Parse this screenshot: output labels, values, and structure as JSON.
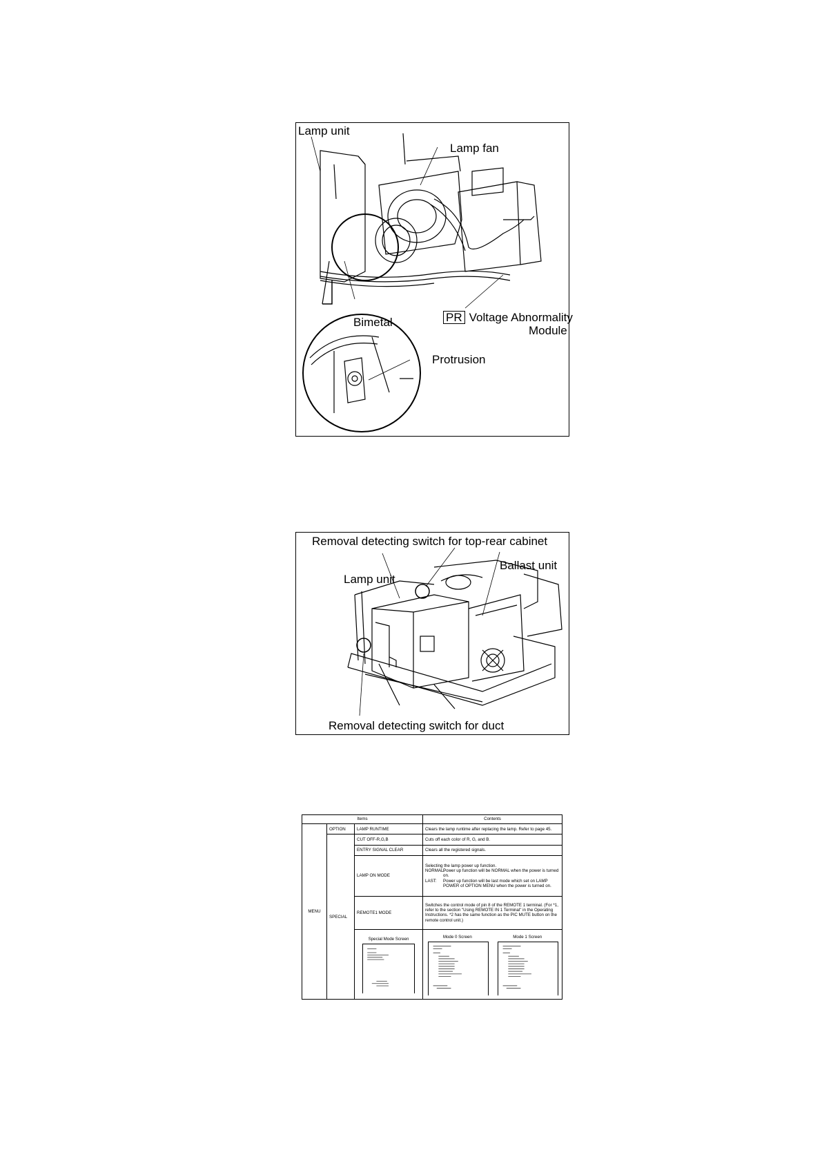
{
  "figure1": {
    "labels": {
      "lamp_unit": "Lamp unit",
      "lamp_fan": "Lamp fan",
      "bimetal": "Bimetal",
      "pr": "PR",
      "voltage_abnormality": "Voltage Abnormality",
      "module": "Module",
      "protrusion": "Protrusion"
    }
  },
  "figure2": {
    "labels": {
      "removal_top_rear": "Removal detecting switch for top-rear cabinet",
      "lamp_unit": "Lamp unit",
      "ballast_unit": "Ballast unit",
      "removal_duct": "Removal detecting switch for duct"
    }
  },
  "table": {
    "headers": {
      "items": "Items",
      "contents": "Contents"
    },
    "menu": "MENU",
    "option": "OPTION",
    "special": "SPECIAL",
    "rows": {
      "lamp_runtime": {
        "item": "LAMP RUNTIME",
        "content": "Clears the lamp runtime after replacing the lamp. Refer to page 45."
      },
      "cutoff": {
        "item": "CUT OFF-R,G,B",
        "content": "Cuts off each color of R, G, and B."
      },
      "entry_clear": {
        "item": "ENTRY SIGNAL CLEAR",
        "content": "Clears all the registered signals."
      },
      "lamp_on_mode": {
        "item": "LAMP ON MODE",
        "intro": "Selecting the lamp power up function.",
        "normal_key": "NORMAL:",
        "normal_val": "Power up function will be NORMAL when the power is turned on.",
        "last_key": "LAST:",
        "last_val": "Power up function will be last mode which set on LAMP POWER of OPTION MENU when the power is turned on."
      },
      "remote1_mode": {
        "item": "REMOTE1 MODE",
        "content": "Switches the control mode of pin 8 of the REMOTE 1 terminal. (For *1, refer to the section \"Using REMOTE IN 1 Terminal\" in the Operating Instructions. *2 has the same function as the PIC MUTE button on the remote control unit.)"
      }
    },
    "screens": {
      "special_mode": "Special Mode Screen",
      "mode0": "Mode 0 Screen",
      "mode1": "Mode 1 Screen"
    }
  }
}
